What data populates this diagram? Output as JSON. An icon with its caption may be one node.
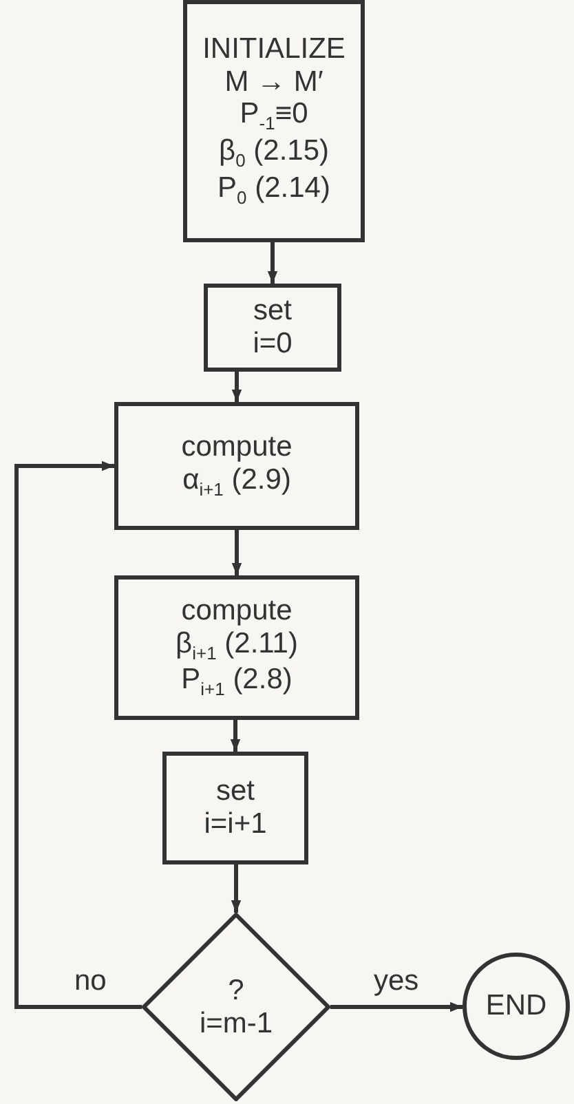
{
  "diagram": {
    "nodes": [
      {
        "text": [
          "INITIALIZE",
          "M → M′",
          "P$_{-1}$≡0",
          "β$_{0}$ (2.15)",
          "P$_{0}$ (2.14)"
        ]
      },
      {
        "text": [
          "set",
          "i=0"
        ]
      },
      {
        "text": [
          "compute",
          "α$_{i+1}$ (2.9)"
        ]
      },
      {
        "text": [
          "compute",
          "β$_{i+1}$ (2.11)",
          "P$_{i+1}$ (2.8)"
        ]
      },
      {
        "text": [
          "set",
          "i=i+1"
        ]
      },
      {
        "text": [
          "?",
          "i=m-1"
        ]
      },
      {
        "text": [
          "END"
        ]
      }
    ],
    "edges": [
      {
        "from": 0,
        "to": 1,
        "arrow": "to"
      },
      {
        "from": 1,
        "to": 2,
        "arrow": "to"
      },
      {
        "from": 2,
        "to": 3,
        "arrow": "to"
      },
      {
        "from": 3,
        "to": 4,
        "arrow": "to"
      },
      {
        "from": 4,
        "to": 5,
        "arrow": "to"
      },
      {
        "from": 5,
        "to": 6,
        "label": "yes",
        "arrow": "to"
      },
      {
        "from": 5,
        "to": 2,
        "label": "no",
        "arrow": "to"
      }
    ]
  }
}
